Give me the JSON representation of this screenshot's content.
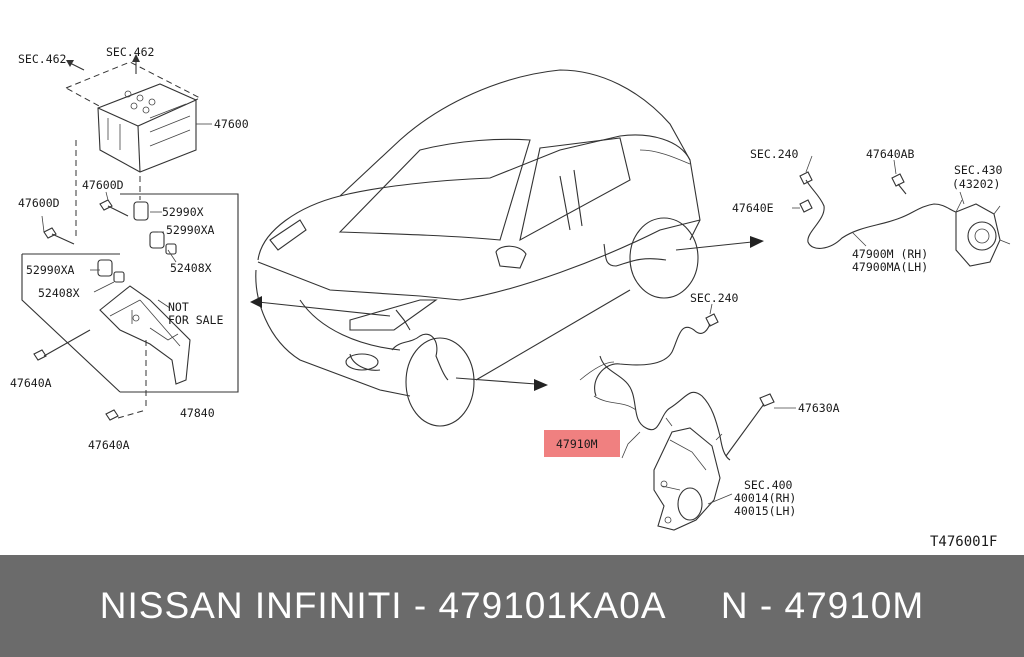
{
  "labels": {
    "sec462_a": "SEC.462",
    "sec462_b": "SEC.462",
    "p47600": "47600",
    "p47600D_a": "47600D",
    "p47600D_b": "47600D",
    "p52990X": "52990X",
    "p52990XA_a": "52990XA",
    "p52408X_a": "52408X",
    "p52990XA_b": "52990XA",
    "p52408X_b": "52408X",
    "not_for_sale_1": "NOT",
    "not_for_sale_2": "FOR SALE",
    "p47640A_a": "47640A",
    "p47840": "47840",
    "p47640A_b": "47640A",
    "sec240_a": "SEC.240",
    "p47640AB": "47640AB",
    "sec430": "SEC.430",
    "p43202": "(43202)",
    "p47640E": "47640E",
    "p47900M": "47900M (RH)",
    "p47900MA": "47900MA(LH)",
    "sec240_b": "SEC.240",
    "p47630A": "47630A",
    "p47910M": "47910M",
    "sec400": "SEC.400",
    "p40014": "40014(RH)",
    "p40015": "40015(LH)",
    "code": "T476001F"
  },
  "highlight_color": "#f08080",
  "footer": {
    "caption": "NISSAN INFINITI - 479101KA0A     N - 47910M"
  }
}
